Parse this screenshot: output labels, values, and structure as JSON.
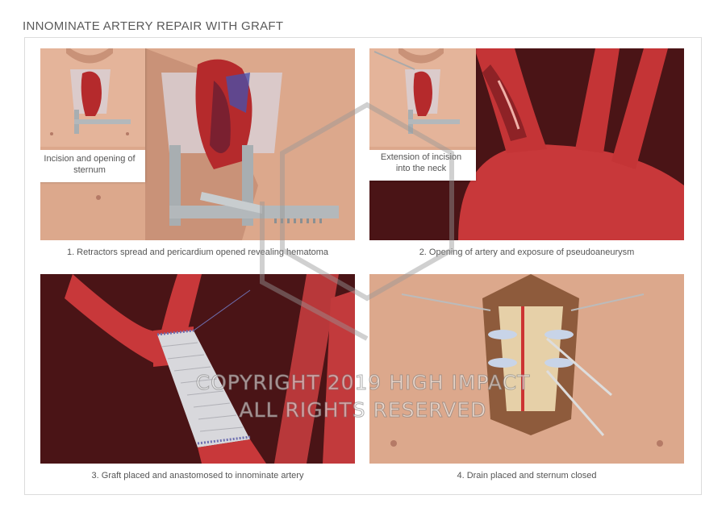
{
  "title": "INNOMINATE ARTERY REPAIR WITH GRAFT",
  "panels": [
    {
      "caption": "1. Retractors spread and pericardium opened revealing hematoma",
      "inset_label": "Incision and opening of sternum"
    },
    {
      "caption": "2. Opening of artery and exposure of pseudoaneurysm",
      "inset_label": "Extension of incision into the neck"
    },
    {
      "caption": "3. Graft placed and anastomosed to innominate artery"
    },
    {
      "caption": "4. Drain placed and sternum closed"
    }
  ],
  "watermark": {
    "line1": "COPYRIGHT 2019 HIGH IMPACT",
    "line2": "ALL RIGHTS RESERVED"
  },
  "colors": {
    "skin": "#dca88c",
    "dark_background": "#4a1416",
    "artery": "#c8383a",
    "graft": "#d8d8dc"
  }
}
